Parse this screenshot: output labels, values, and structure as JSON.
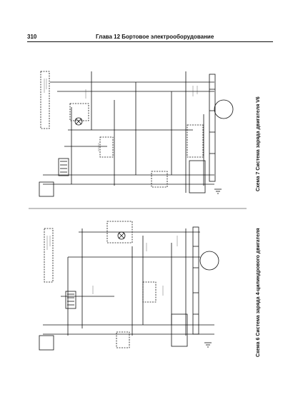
{
  "page": {
    "number": "310",
    "chapter_title": "Глава 12  Бортовое  электрооборудование"
  },
  "diagrams": {
    "upper": {
      "caption": "Схема 7 Система заряда двигателя V6"
    },
    "lower": {
      "caption": "Схема 6  Система заряда 4-цилиндрового двигателя"
    }
  }
}
